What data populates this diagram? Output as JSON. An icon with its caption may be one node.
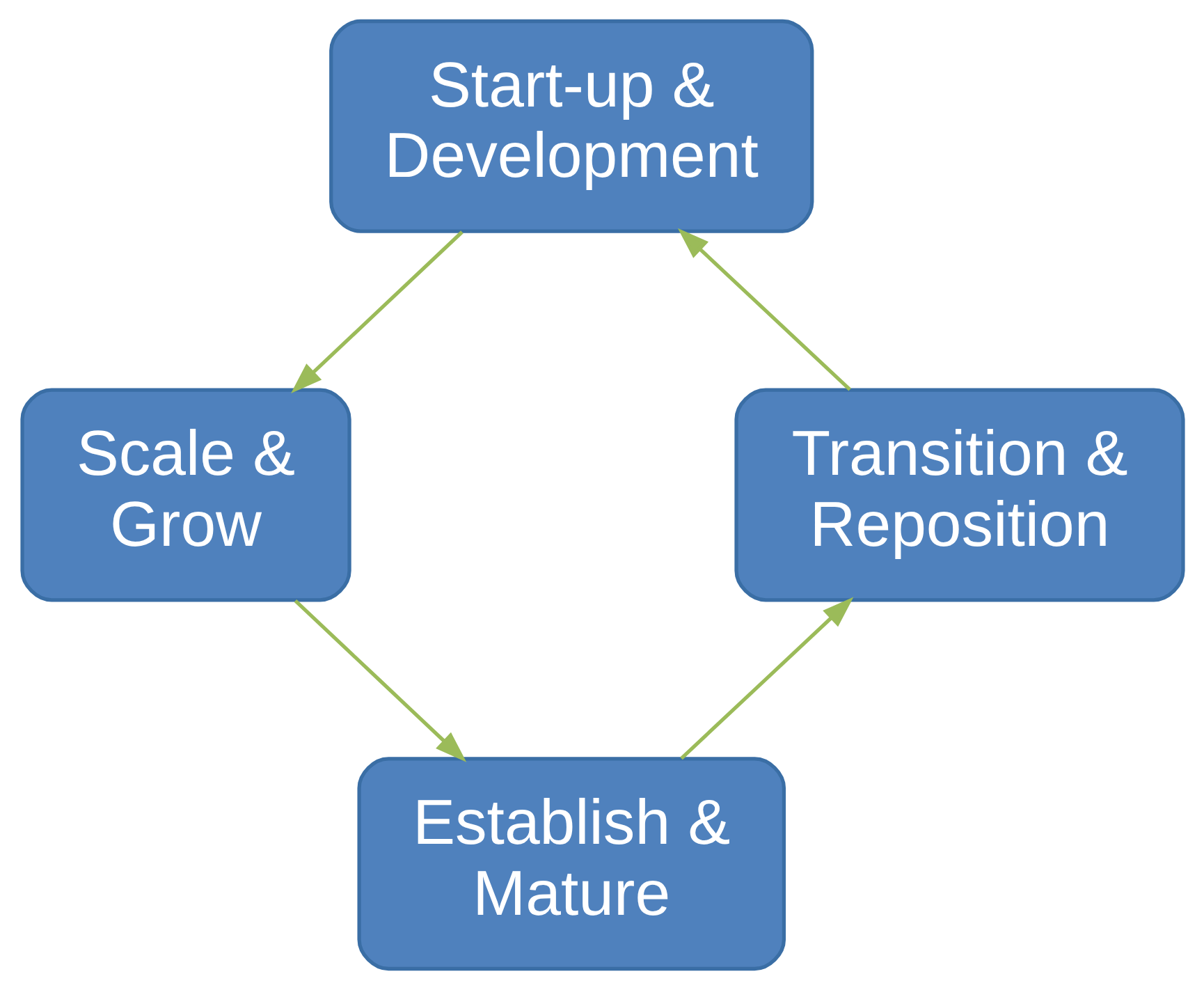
{
  "diagram": {
    "nodes": [
      {
        "text": [
          "Start-up & Development"
        ]
      },
      {
        "text": [
          "Transition & Reposition"
        ]
      },
      {
        "text": [
          "Scale & Grow"
        ]
      },
      {
        "text": [
          "Establish & Mature"
        ]
      }
    ],
    "edges": [
      {
        "from": 0,
        "to": 2,
        "arrow": "to"
      },
      {
        "from": 2,
        "to": 3,
        "arrow": "to"
      },
      {
        "from": 3,
        "to": 1,
        "arrow": "to"
      },
      {
        "from": 1,
        "to": 0,
        "arrow": "to"
      }
    ]
  }
}
